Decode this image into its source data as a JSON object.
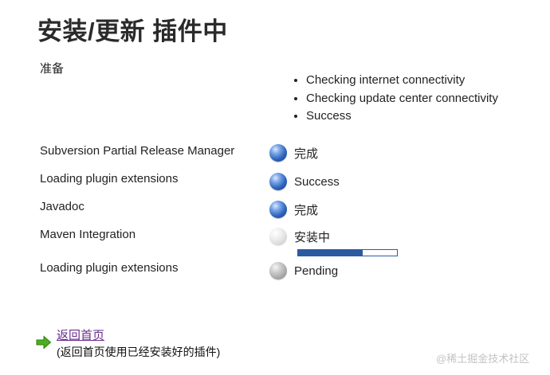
{
  "page": {
    "title": "安装/更新 插件中"
  },
  "prepare": {
    "label": "准备",
    "items": [
      "Checking internet connectivity",
      "Checking update center connectivity",
      "Success"
    ]
  },
  "plugins": [
    {
      "name": "Subversion Partial Release Manager",
      "status": "完成",
      "state": "done"
    },
    {
      "name": "Loading plugin extensions",
      "status": "Success",
      "state": "done"
    },
    {
      "name": "Javadoc",
      "status": "完成",
      "state": "done"
    },
    {
      "name": "Maven Integration",
      "status": "安装中",
      "state": "installing",
      "progress": 0.65
    },
    {
      "name": "Loading plugin extensions",
      "status": "Pending",
      "state": "pending"
    }
  ],
  "footer": {
    "back_link": "返回首页",
    "back_note": "(返回首页使用已经安装好的插件)"
  },
  "watermark": "@稀土掘金技术社区",
  "colors": {
    "progress": "#2c5aa0",
    "link": "#6a2c8a",
    "arrow": "#4caf1f"
  },
  "icons": {
    "done": "blue-status-ball-icon",
    "installing": "light-grey-status-ball-icon",
    "pending": "grey-status-ball-icon",
    "back": "green-arrow-icon"
  }
}
